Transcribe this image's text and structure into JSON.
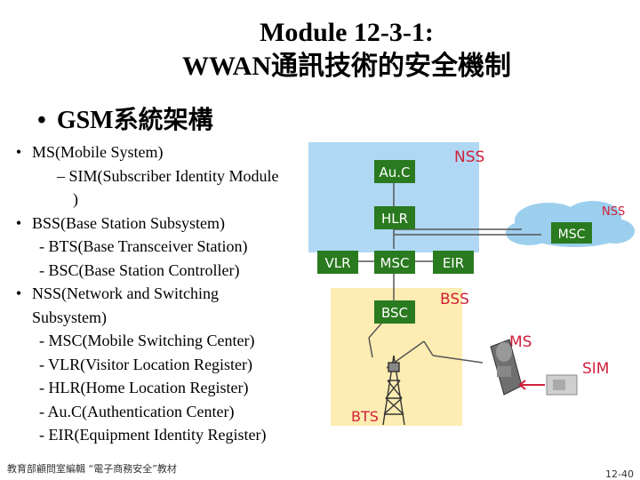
{
  "title": {
    "line1": "Module 12-3-1:",
    "line2": "WWAN通訊技術的安全機制"
  },
  "subtitle": {
    "bullet": "•",
    "text": "GSM系統架構"
  },
  "bullets": {
    "ms": "MS(Mobile System)",
    "sim_a": "– SIM(Subscriber Identity Module",
    "sim_b": ")",
    "bss": "BSS(Base Station Subsystem)",
    "bts": "- BTS(Base Transceiver Station)",
    "bsc": "- BSC(Base Station Controller)",
    "nss_a": "NSS(Network and Switching",
    "nss_b": "Subsystem)",
    "msc": "- MSC(Mobile Switching Center)",
    "vlr": "- VLR(Visitor Location Register)",
    "hlr": "- HLR(Home Location Register)",
    "auc": "- Au.C(Authentication Center)",
    "eir": "- EIR(Equipment Identity Register)"
  },
  "diagram": {
    "nss_label": "NSS",
    "nss_cloud_label": "NSS",
    "auc": "Au.C",
    "hlr": "HLR",
    "vlr": "VLR",
    "msc": "MSC",
    "eir": "EIR",
    "cloud_msc": "MSC",
    "bss_label": "BSS",
    "bsc": "BSC",
    "ms_label": "MS",
    "sim_label": "SIM",
    "bts_label": "BTS",
    "colors": {
      "nss_bg": "#b0d8f4",
      "bss_bg": "#fdedb2",
      "box_green": "#2a7a1f",
      "label_red": "#d0203a",
      "cloud": "#9ccfee"
    }
  },
  "footer": {
    "left": "教育部顧問室編輯 “電子商務安全”教材",
    "right": "12-40"
  }
}
